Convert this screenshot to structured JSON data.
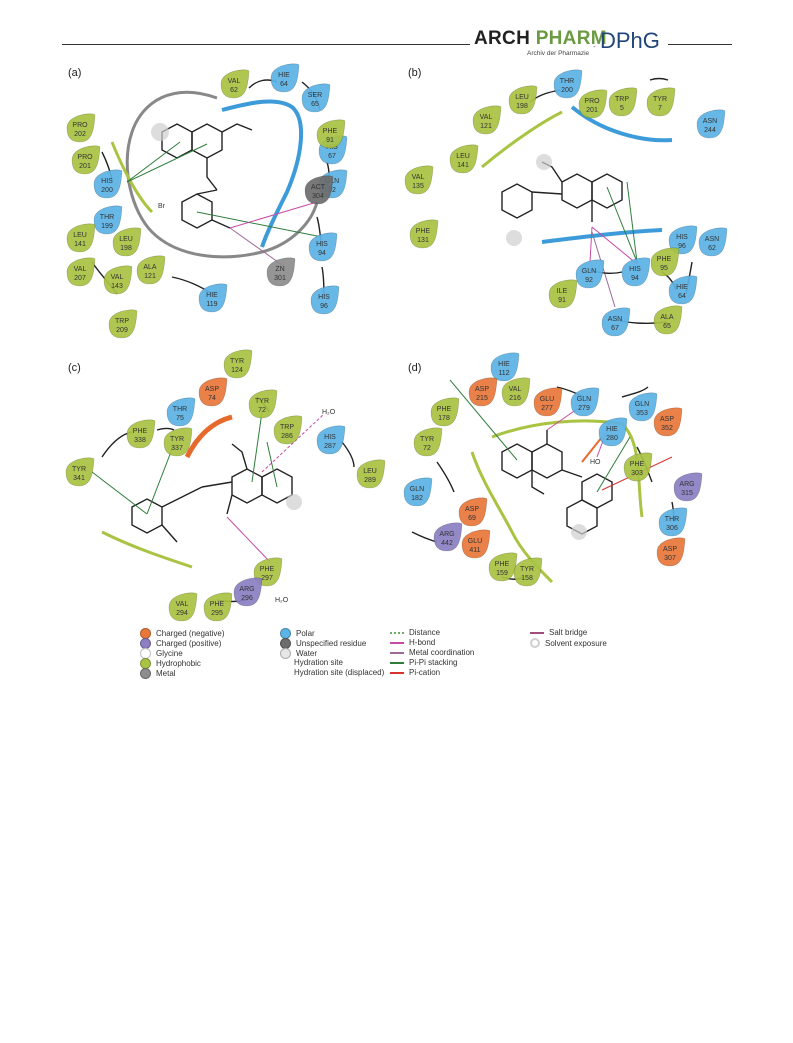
{
  "header": {
    "logo_arch": "ARCH",
    "logo_pharm": "PHARM",
    "logo_sub": "Archiv der Pharmazie",
    "logo_separator": "-",
    "logo_dphg": "DPhG"
  },
  "panels": [
    {
      "label": "(a)",
      "residues": [
        {
          "name": "VAL",
          "num": "62",
          "type": "hydrophobic"
        },
        {
          "name": "HIE",
          "num": "64",
          "type": "polar"
        },
        {
          "name": "SER",
          "num": "65",
          "type": "polar"
        },
        {
          "name": "PRO",
          "num": "202",
          "type": "hydrophobic"
        },
        {
          "name": "PRO",
          "num": "201",
          "type": "hydrophobic"
        },
        {
          "name": "HIS",
          "num": "200",
          "type": "polar"
        },
        {
          "name": "THR",
          "num": "199",
          "type": "polar"
        },
        {
          "name": "LEU",
          "num": "141",
          "type": "hydrophobic"
        },
        {
          "name": "LEU",
          "num": "198",
          "type": "hydrophobic"
        },
        {
          "name": "VAL",
          "num": "207",
          "type": "hydrophobic"
        },
        {
          "name": "VAL",
          "num": "143",
          "type": "hydrophobic"
        },
        {
          "name": "ALA",
          "num": "121",
          "type": "hydrophobic"
        },
        {
          "name": "TRP",
          "num": "209",
          "type": "hydrophobic"
        },
        {
          "name": "HIE",
          "num": "119",
          "type": "polar"
        },
        {
          "name": "HIS",
          "num": "67",
          "type": "polar"
        },
        {
          "name": "PHE",
          "num": "91",
          "type": "hydrophobic"
        },
        {
          "name": "GLN",
          "num": "92",
          "type": "polar"
        },
        {
          "name": "ACT",
          "num": "304",
          "type": "unspecified"
        },
        {
          "name": "HIS",
          "num": "94",
          "type": "polar"
        },
        {
          "name": "ZN",
          "num": "301",
          "type": "metal"
        },
        {
          "name": "HIS",
          "num": "96",
          "type": "polar"
        }
      ],
      "atom_labels": [
        {
          "text": "Br"
        }
      ]
    },
    {
      "label": "(b)",
      "residues": [
        {
          "name": "THR",
          "num": "200",
          "type": "polar"
        },
        {
          "name": "LEU",
          "num": "198",
          "type": "hydrophobic"
        },
        {
          "name": "PRO",
          "num": "201",
          "type": "hydrophobic"
        },
        {
          "name": "TRP",
          "num": "5",
          "type": "hydrophobic"
        },
        {
          "name": "TYR",
          "num": "7",
          "type": "hydrophobic"
        },
        {
          "name": "VAL",
          "num": "121",
          "type": "hydrophobic"
        },
        {
          "name": "ASN",
          "num": "244",
          "type": "polar"
        },
        {
          "name": "LEU",
          "num": "141",
          "type": "hydrophobic"
        },
        {
          "name": "VAL",
          "num": "135",
          "type": "hydrophobic"
        },
        {
          "name": "PHE",
          "num": "131",
          "type": "hydrophobic"
        },
        {
          "name": "HIS",
          "num": "96",
          "type": "polar"
        },
        {
          "name": "ASN",
          "num": "62",
          "type": "polar"
        },
        {
          "name": "PHE",
          "num": "95",
          "type": "hydrophobic"
        },
        {
          "name": "GLN",
          "num": "92",
          "type": "polar"
        },
        {
          "name": "HIS",
          "num": "94",
          "type": "polar"
        },
        {
          "name": "HIE",
          "num": "64",
          "type": "polar"
        },
        {
          "name": "ILE",
          "num": "91",
          "type": "hydrophobic"
        },
        {
          "name": "ASN",
          "num": "67",
          "type": "polar"
        },
        {
          "name": "ALA",
          "num": "65",
          "type": "hydrophobic"
        }
      ],
      "atom_labels": []
    },
    {
      "label": "(c)",
      "residues": [
        {
          "name": "TYR",
          "num": "124",
          "type": "hydrophobic"
        },
        {
          "name": "ASP",
          "num": "74",
          "type": "negative"
        },
        {
          "name": "THR",
          "num": "75",
          "type": "polar"
        },
        {
          "name": "TYR",
          "num": "72",
          "type": "hydrophobic"
        },
        {
          "name": "TRP",
          "num": "286",
          "type": "hydrophobic"
        },
        {
          "name": "HIS",
          "num": "287",
          "type": "polar"
        },
        {
          "name": "PHE",
          "num": "338",
          "type": "hydrophobic"
        },
        {
          "name": "TYR",
          "num": "337",
          "type": "hydrophobic"
        },
        {
          "name": "LEU",
          "num": "289",
          "type": "hydrophobic"
        },
        {
          "name": "TYR",
          "num": "341",
          "type": "hydrophobic"
        },
        {
          "name": "PHE",
          "num": "297",
          "type": "hydrophobic"
        },
        {
          "name": "ARG",
          "num": "296",
          "type": "positive"
        },
        {
          "name": "VAL",
          "num": "294",
          "type": "hydrophobic"
        },
        {
          "name": "PHE",
          "num": "295",
          "type": "hydrophobic"
        }
      ],
      "atom_labels": [
        {
          "text": "H₂O"
        },
        {
          "text": "H₂O"
        }
      ]
    },
    {
      "label": "(d)",
      "residues": [
        {
          "name": "HIE",
          "num": "112",
          "type": "polar"
        },
        {
          "name": "ASP",
          "num": "215",
          "type": "negative"
        },
        {
          "name": "VAL",
          "num": "216",
          "type": "hydrophobic"
        },
        {
          "name": "GLU",
          "num": "277",
          "type": "negative"
        },
        {
          "name": "PHE",
          "num": "178",
          "type": "hydrophobic"
        },
        {
          "name": "GLN",
          "num": "279",
          "type": "polar"
        },
        {
          "name": "GLN",
          "num": "353",
          "type": "polar"
        },
        {
          "name": "ASP",
          "num": "352",
          "type": "negative"
        },
        {
          "name": "HIE",
          "num": "280",
          "type": "polar"
        },
        {
          "name": "TYR",
          "num": "72",
          "type": "hydrophobic"
        },
        {
          "name": "PHE",
          "num": "303",
          "type": "hydrophobic"
        },
        {
          "name": "ARG",
          "num": "315",
          "type": "positive"
        },
        {
          "name": "GLN",
          "num": "182",
          "type": "polar"
        },
        {
          "name": "ASP",
          "num": "69",
          "type": "negative"
        },
        {
          "name": "THR",
          "num": "306",
          "type": "polar"
        },
        {
          "name": "ARG",
          "num": "442",
          "type": "positive"
        },
        {
          "name": "GLU",
          "num": "411",
          "type": "negative"
        },
        {
          "name": "ASP",
          "num": "307",
          "type": "negative"
        },
        {
          "name": "PHE",
          "num": "159",
          "type": "hydrophobic"
        },
        {
          "name": "TYR",
          "num": "158",
          "type": "hydrophobic"
        }
      ],
      "atom_labels": [
        {
          "text": "HO"
        }
      ]
    }
  ],
  "colors": {
    "negative": "#e8773a",
    "positive": "#8c7fc3",
    "glycine": "#ffffff",
    "hydrophobic": "#a9c343",
    "metal": "#8d8d8d",
    "polar": "#5cb3e6",
    "unspecified": "#6d6d6d",
    "water": "#e6e6e6",
    "distance": "#6fae6a",
    "hbond": "#c84aa8",
    "metal_coord": "#9a6a9a",
    "pipi": "#2f7d3b",
    "pication": "#d9322e",
    "salt_bridge": "#a04e7e",
    "contour_polar": "#3c9bd8",
    "contour_hydrophobic": "#a9c343",
    "contour_charged": "#e66a2c",
    "contour_neutral": "#888888"
  },
  "legend": [
    {
      "label": "Charged (negative)",
      "kind": "dot",
      "color_key": "negative"
    },
    {
      "label": "Charged (positive)",
      "kind": "dot",
      "color_key": "positive"
    },
    {
      "label": "Glycine",
      "kind": "dot",
      "color_key": "glycine"
    },
    {
      "label": "Hydrophobic",
      "kind": "dot",
      "color_key": "hydrophobic"
    },
    {
      "label": "Metal",
      "kind": "dot",
      "color_key": "metal"
    },
    {
      "label": "Polar",
      "kind": "dot",
      "color_key": "polar"
    },
    {
      "label": "Unspecified residue",
      "kind": "dot",
      "color_key": "unspecified"
    },
    {
      "label": "Water",
      "kind": "dot",
      "color_key": "water"
    },
    {
      "label": "Hydration site",
      "kind": "none",
      "color_key": ""
    },
    {
      "label": "Hydration site (displaced)",
      "kind": "none",
      "color_key": ""
    },
    {
      "label": "Distance",
      "kind": "dashed",
      "color_key": "distance"
    },
    {
      "label": "H-bond",
      "kind": "arrow",
      "color_key": "hbond"
    },
    {
      "label": "Metal coordination",
      "kind": "line",
      "color_key": "metal_coord"
    },
    {
      "label": "Pi-Pi stacking",
      "kind": "dots-line",
      "color_key": "pipi"
    },
    {
      "label": "Pi-cation",
      "kind": "dots-line",
      "color_key": "pication"
    },
    {
      "label": "Salt bridge",
      "kind": "line",
      "color_key": "salt_bridge"
    },
    {
      "label": "Solvent exposure",
      "kind": "ring",
      "color_key": "water"
    }
  ]
}
